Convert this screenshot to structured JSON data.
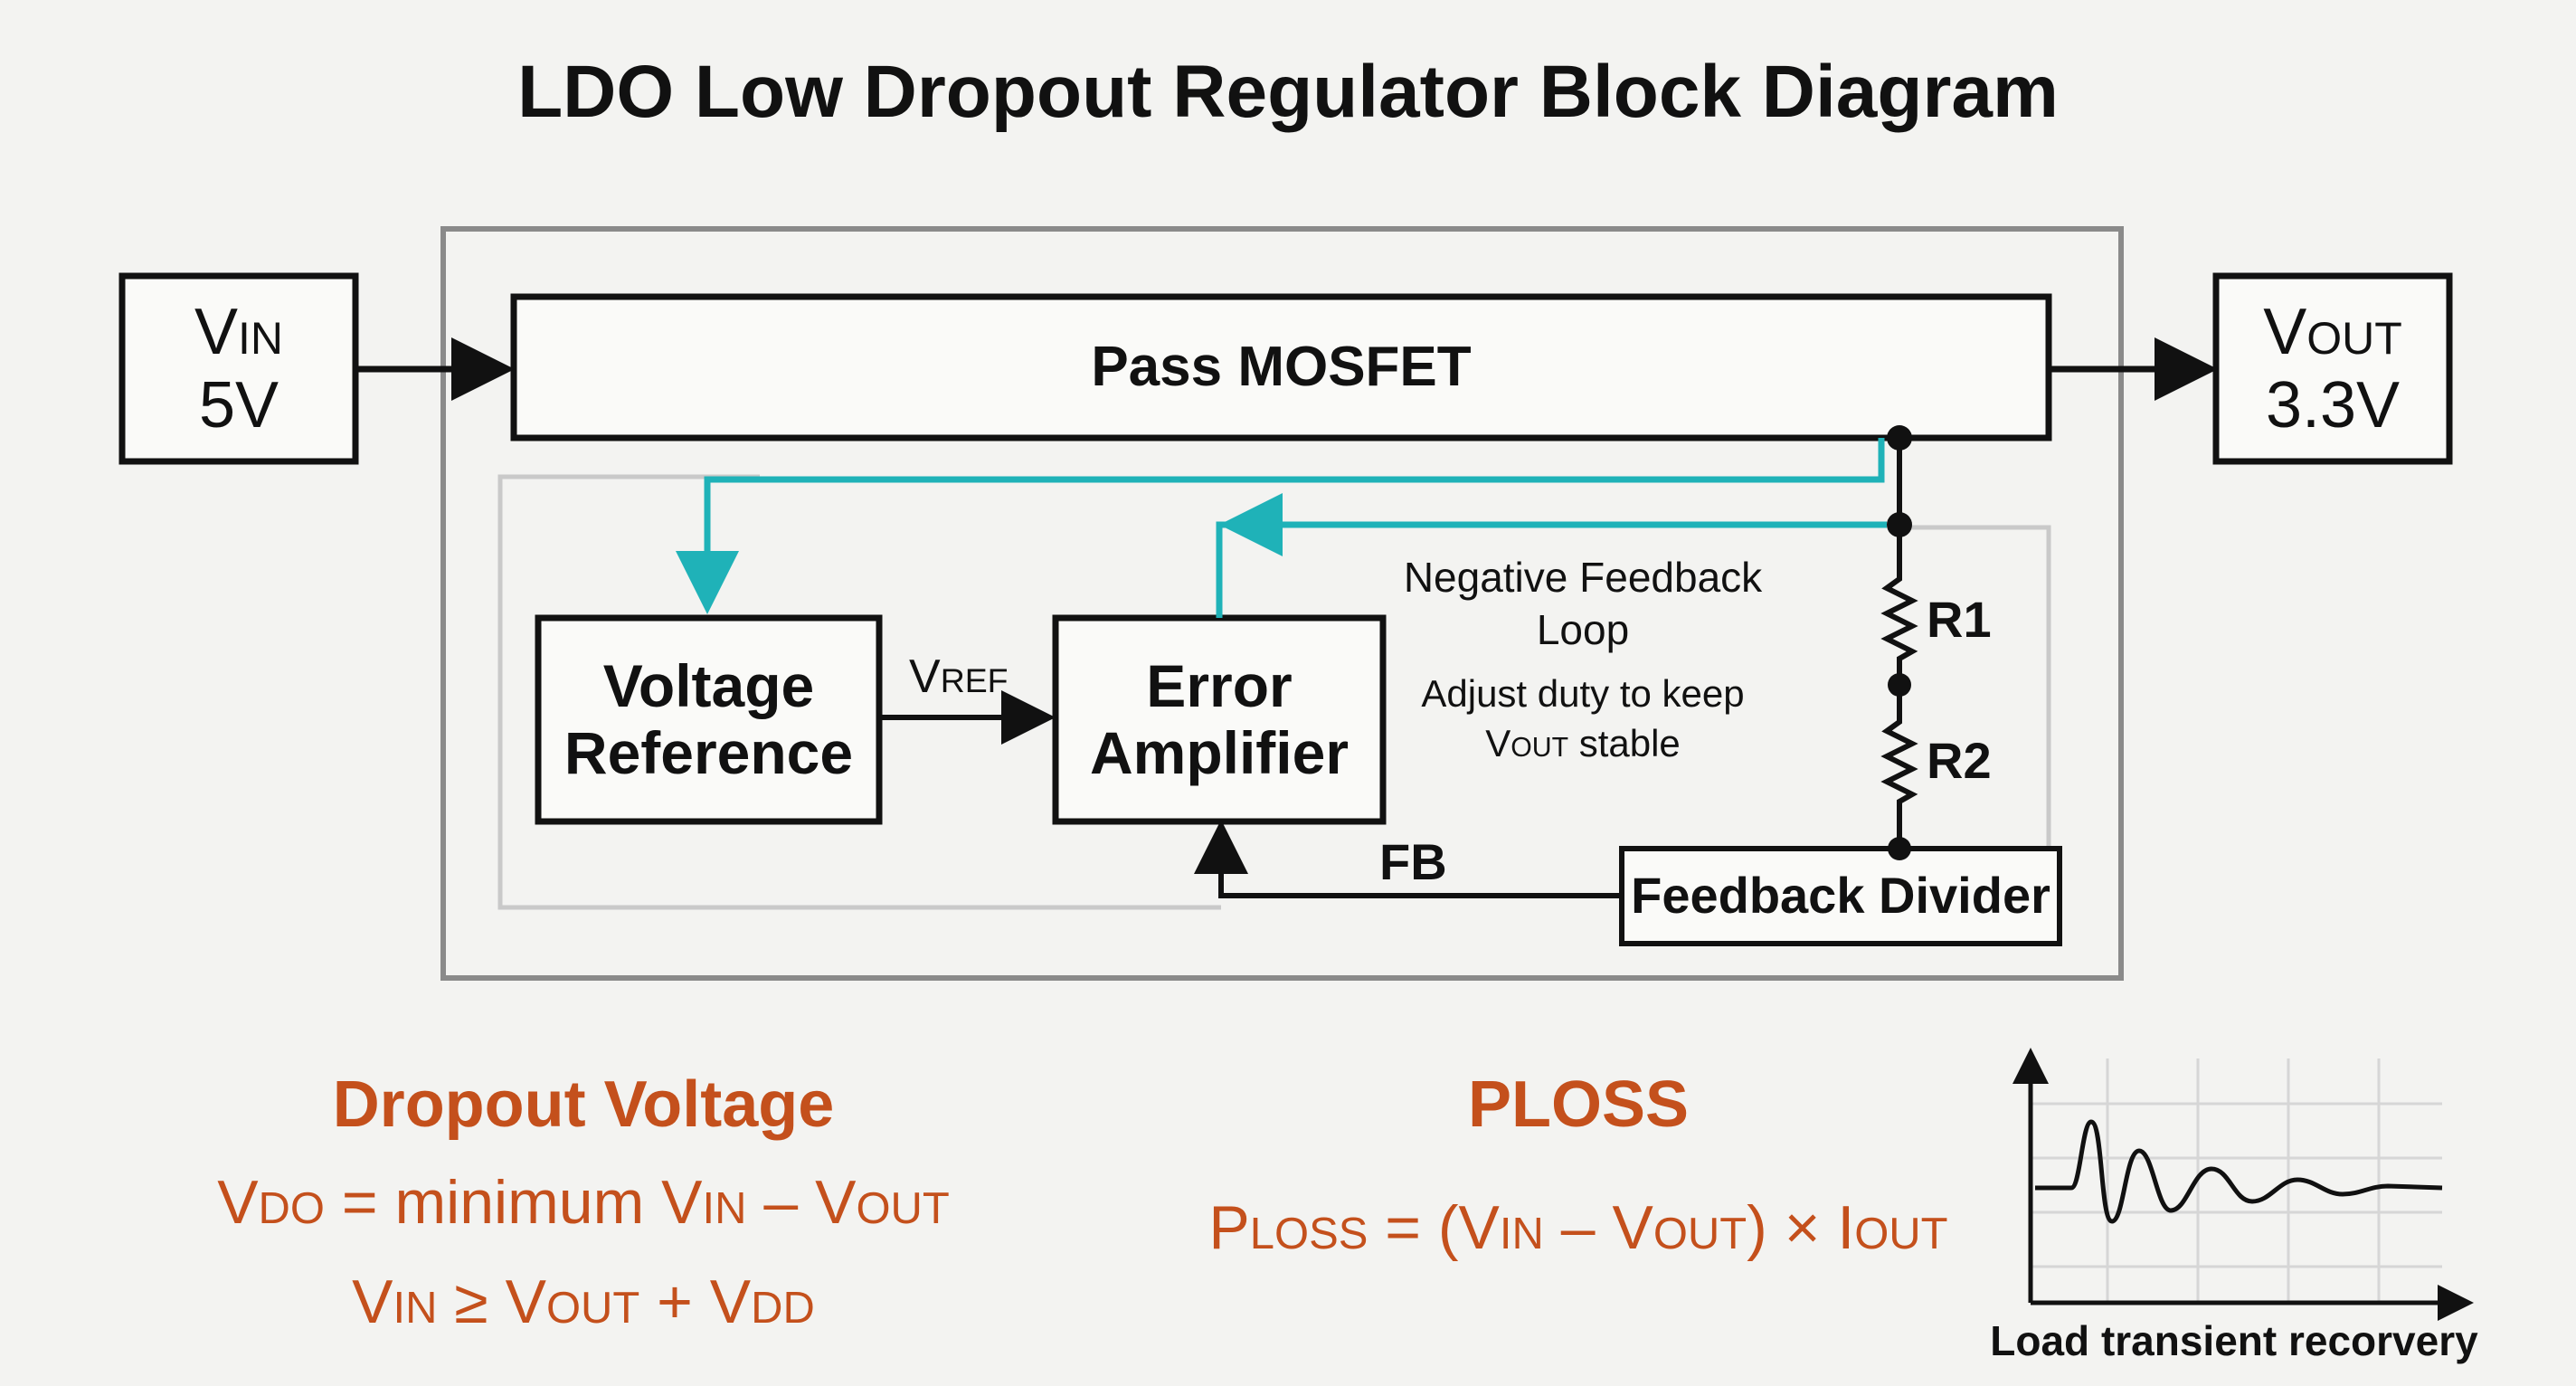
{
  "title": "LDO Low Dropout Regulator Block Diagram",
  "vin": {
    "main": "V",
    "sub": "IN",
    "value": "5V"
  },
  "vout": {
    "main": "V",
    "sub": "OUT",
    "value": "3.3V"
  },
  "pass_mosfet": "Pass MOSFET",
  "voltage_reference": {
    "line1": "Voltage",
    "line2": "Reference"
  },
  "error_amplifier": {
    "line1": "Error",
    "line2": "Amplifier"
  },
  "vref_label": {
    "main": "V",
    "sub": "REF"
  },
  "feedback_loop": {
    "line1": "Negative Feedback",
    "line2": "Loop"
  },
  "adjust_note": {
    "line1": "Adjust duty to keep",
    "v": "V",
    "sub": "OUT",
    "rest": " stable"
  },
  "r1": "R1",
  "r2": "R2",
  "fb_label": "FB",
  "feedback_divider": "Feedback Divider",
  "dropout": {
    "heading": "Dropout Voltage",
    "f1": {
      "a": "V",
      "a_sub": "DO",
      "b": " = minimum V",
      "b_sub": "IN",
      "c": " – V",
      "c_sub": "OUT"
    },
    "f2": {
      "a": "V",
      "a_sub": "IN",
      "b": " ≥ V",
      "b_sub": "OUT",
      "c": " + V",
      "c_sub": "DD"
    }
  },
  "ploss": {
    "heading": "PLOSS",
    "f": {
      "a": "P",
      "a_sub": "LOSS",
      "b": " = (V",
      "b_sub": "IN",
      "c": " – V",
      "c_sub": "OUT",
      "d": ") × I",
      "d_sub": "OUT"
    }
  },
  "graph_caption": "Load transient recorvery",
  "colors": {
    "accent_loop": "#1fb2b8",
    "formula": "#c4501c",
    "line": "#111111",
    "frame": "#8a8a8a"
  }
}
